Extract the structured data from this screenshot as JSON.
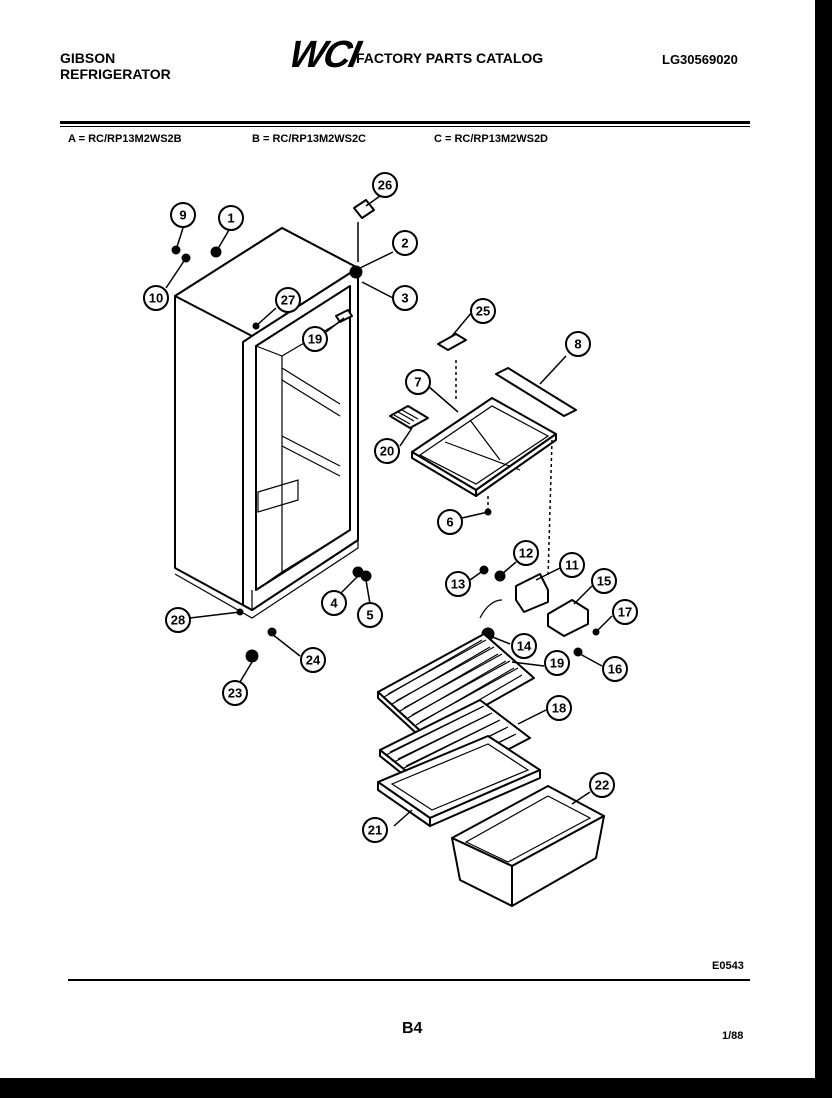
{
  "header": {
    "brand": "GIBSON",
    "product": "REFRIGERATOR",
    "logo_text": "WCI",
    "catalog_title": "FACTORY PARTS CATALOG",
    "catalog_code": "LG30569020"
  },
  "models": [
    {
      "label": "A = RC/RP13M2WS2B"
    },
    {
      "label": "B = RC/RP13M2WS2C"
    },
    {
      "label": "C = RC/RP13M2WS2D"
    }
  ],
  "callouts": [
    "1",
    "2",
    "3",
    "4",
    "5",
    "6",
    "7",
    "8",
    "9",
    "10",
    "11",
    "12",
    "13",
    "14",
    "15",
    "16",
    "17",
    "18",
    "19",
    "19",
    "20",
    "21",
    "22",
    "23",
    "24",
    "25",
    "26",
    "27",
    "28"
  ],
  "footer": {
    "drawing_code": "E0543",
    "page": "B4",
    "date": "1/88"
  }
}
